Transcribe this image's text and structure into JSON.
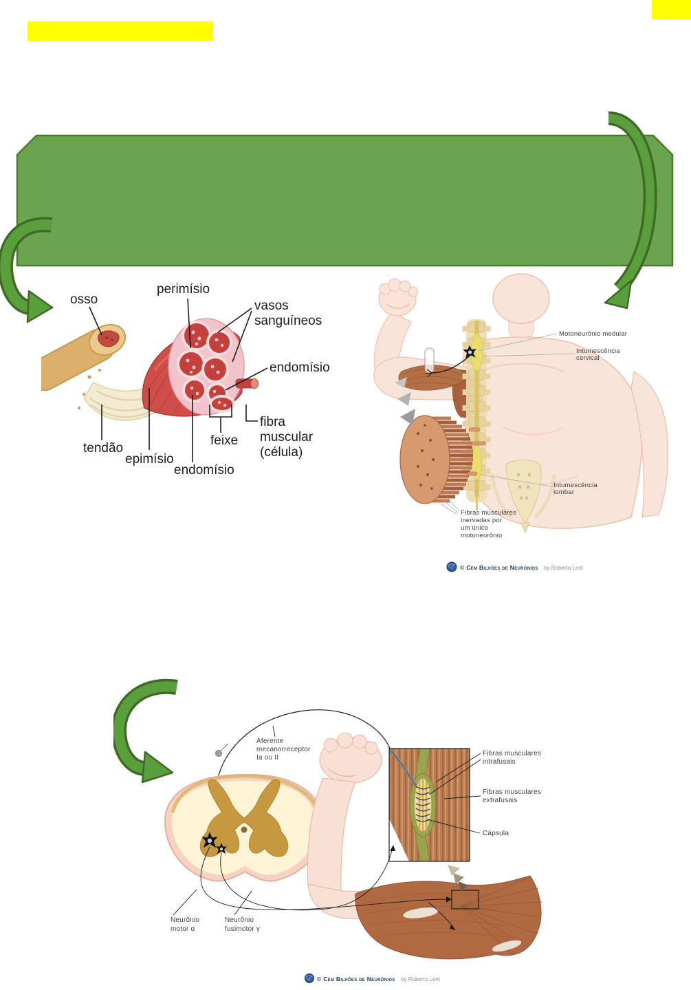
{
  "page": {
    "background": "#ffffff",
    "highlight_color": "#ffff00",
    "banner": {
      "fill": "#6aa44e",
      "border": "#4b7a2e",
      "text": ""
    },
    "arrow": {
      "fill": "#5b9e3c",
      "border": "#3c6b26"
    }
  },
  "fig1": {
    "description": "muscle-structure-diagram",
    "labels": {
      "osso": "osso",
      "perimisio": "perimísio",
      "vasos_line1": "vasos",
      "vasos_line2": "sanguíneos",
      "endomisio_right": "endomísio",
      "fibra_line1": "fibra",
      "fibra_line2": "muscular",
      "fibra_line3": "(célula)",
      "feixe": "feixe",
      "endomisio_bottom": "endomísio",
      "epimisio": "epimísio",
      "tendao": "tendão"
    }
  },
  "fig2": {
    "description": "motor-unit-body-diagram",
    "labels": {
      "motoneuronio_medular": "Motoneurônio medular",
      "intumescencia_cervical_line1": "Intumescência",
      "intumescencia_cervical_line2": "cervical",
      "intumescencia_lombar_line1": "Intumescência",
      "intumescencia_lombar_line2": "lombar",
      "fibras_line1": "Fibras musculares",
      "fibras_line2": "inervadas por",
      "fibras_line3": "um único",
      "fibras_line4": "motoneurônio"
    },
    "credit": {
      "text": "© Cem Bilhões de Neurônios",
      "by": "by Roberto Lent"
    }
  },
  "fig3": {
    "description": "muscle-spindle-reflex-diagram",
    "labels": {
      "aferente_line1": "Aferente",
      "aferente_line2": "mecanorreceptor",
      "aferente_line3": "Ia ou II",
      "intrafusais_line1": "Fibras musculares",
      "intrafusais_line2": "intrafusais",
      "extrafusais_line1": "Fibras musculares",
      "extrafusais_line2": "extrafusais",
      "capsula": "Cápsula",
      "motor_line1": "Neurônio",
      "motor_line2": "motor α",
      "fusimotor_line1": "Neurônio",
      "fusimotor_line2": "fusimotor γ"
    },
    "credit": {
      "text": "© Cem Bilhões de Neurônios",
      "by": "by Roberto Lent"
    }
  }
}
